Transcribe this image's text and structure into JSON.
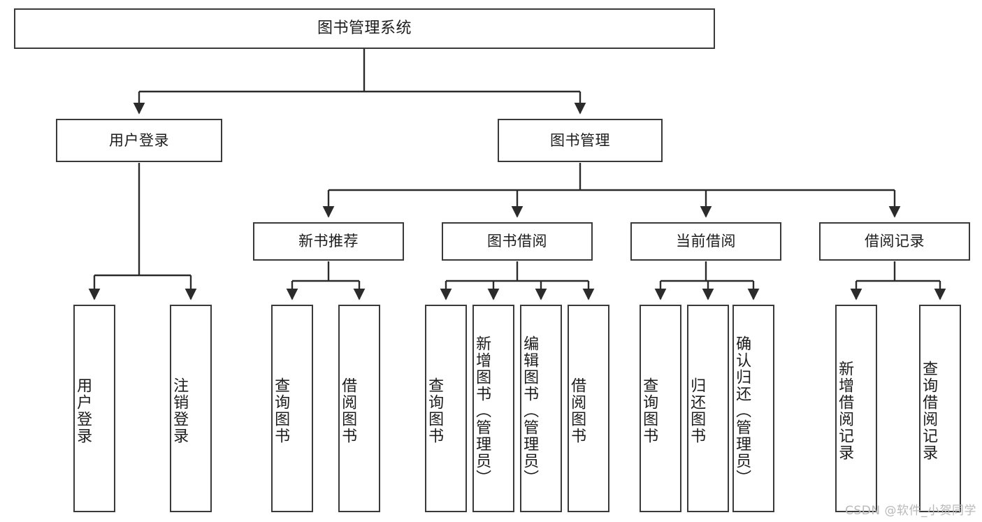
{
  "diagram": {
    "title": "图书管理系统",
    "watermark": "CSDN @软件_小贺同学",
    "colors": {
      "box_border": "#3a3a3a",
      "line": "#2b2b2b",
      "text": "#1c1c1c",
      "background": "#ffffff",
      "watermark": "#b9b9b9"
    },
    "levels": {
      "root": "图书管理系统",
      "level2": [
        "用户登录",
        "图书管理"
      ],
      "level3": [
        "新书推荐",
        "图书借阅",
        "当前借阅",
        "借阅记录"
      ]
    },
    "nodes": {
      "root": {
        "label": "图书管理系统"
      },
      "user_login": {
        "label": "用户登录"
      },
      "book_manage": {
        "label": "图书管理"
      },
      "new_book_rec": {
        "label": "新书推荐"
      },
      "book_borrow": {
        "label": "图书借阅"
      },
      "current_borrow": {
        "label": "当前借阅"
      },
      "borrow_record": {
        "label": "借阅记录"
      },
      "leaf_user_login": {
        "label": "用户登录"
      },
      "leaf_logout": {
        "label": "注销登录"
      },
      "leaf_query_book_1": {
        "label": "查询图书"
      },
      "leaf_borrow_book_1": {
        "label": "借阅图书"
      },
      "leaf_query_book_2": {
        "label": "查询图书"
      },
      "leaf_add_book": {
        "label": "新增图书（管理员）"
      },
      "leaf_edit_book": {
        "label": "编辑图书（管理员）"
      },
      "leaf_borrow_book_2": {
        "label": "借阅图书"
      },
      "leaf_query_book_3": {
        "label": "查询图书"
      },
      "leaf_return_book": {
        "label": "归还图书"
      },
      "leaf_confirm_return": {
        "label": "确认归还（管理员）"
      },
      "leaf_add_record": {
        "label": "新增借阅记录"
      },
      "leaf_query_record": {
        "label": "查询借阅记录"
      }
    }
  }
}
